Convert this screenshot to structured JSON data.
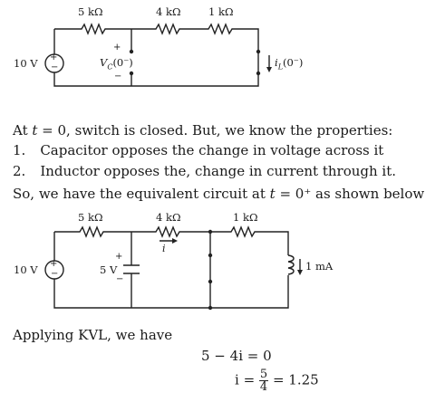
{
  "circuit1": {
    "r1": "5 kΩ",
    "r2": "4 kΩ",
    "r3": "1 kΩ",
    "source": "10 V",
    "source_plus": "+",
    "source_minus": "−",
    "cap_plus": "+",
    "cap_minus": "−",
    "vc": "V",
    "vc_sub": "C",
    "vc_arg": "(0⁻)",
    "il": "i",
    "il_sub": "L",
    "il_arg": "(0⁻)"
  },
  "text": {
    "line1_a": "At ",
    "line1_var": "t",
    "line1_b": " = 0, switch is closed. But, we know the properties:",
    "item1_num": "1.",
    "item1": "Capacitor opposes the change in voltage across it",
    "item2_num": "2.",
    "item2": "Inductor opposes the, change in current through it.",
    "line4_a": "So, we have the equivalent circuit at ",
    "line4_var": "t",
    "line4_b": " = 0⁺ as shown below"
  },
  "circuit2": {
    "r1": "5 kΩ",
    "r2": "4 kΩ",
    "r3": "1 kΩ",
    "source": "10 V",
    "source_plus": "+",
    "source_minus": "−",
    "cap_plus": "+",
    "cap_minus": "−",
    "cap_v": "5 V",
    "current": "i",
    "inductor_i": "1 mA"
  },
  "kvl": {
    "intro": "Applying KVL, we have",
    "eq1": "5 − 4i = 0",
    "eq2_lhs": "i = ",
    "eq2_num": "5",
    "eq2_den": "4",
    "eq2_rhs": " = 1.25"
  }
}
